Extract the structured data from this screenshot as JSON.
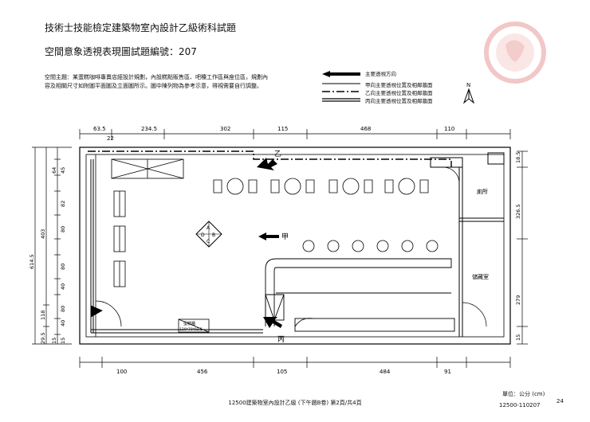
{
  "header": {
    "title": "技術士技能檢定建築物室內設計乙級術科試題",
    "subtitle": "空間意象透視表現圖試題編號：207"
  },
  "description": "空間主題：某蛋糕咖啡專賣店經設計規劃，內設糕點販售區、吧檯工作區與座位區，規劃內容及相關尺寸如附圖平面圖及立面圖所示。圖中陳列物為參考示意，得視需要自行調整。",
  "legend": {
    "items": [
      {
        "label": "主要透視方向"
      },
      {
        "label": "甲向主要透視位置及相鄰牆面"
      },
      {
        "label": "乙向主要透視位置及相鄰牆面"
      },
      {
        "label": "丙向主要透視位置及相鄰牆面"
      }
    ]
  },
  "north": {
    "label": "N"
  },
  "plan": {
    "top_dims": [
      "63.5",
      "234.5",
      "302",
      "115",
      "468",
      "110"
    ],
    "top_sub_dim": "22",
    "bottom_dims": [
      "100",
      "456",
      "105",
      "484",
      "91"
    ],
    "left_outer_dim": "614.5",
    "left_mid_dims": [
      "403",
      "29.5",
      "118"
    ],
    "left_inner_dims": [
      "64",
      "45",
      "82",
      "80",
      "80",
      "40",
      "80",
      "40",
      "15",
      "15"
    ],
    "right_dims": [
      "18.5",
      "326.5",
      "279",
      "15"
    ],
    "rooms": {
      "restroom": "廁所",
      "storage": "儲藏室"
    },
    "view_labels": {
      "jia": "甲",
      "yi": "乙",
      "bing": "丙"
    },
    "counter_label": "蛋糕櫃",
    "counter_size": "120*70*92.5",
    "column_letters": [
      "A",
      "B",
      "C",
      "D"
    ]
  },
  "footer": {
    "center": "12500建築物室內設計乙級 (下午題B卷) 第2頁/共4頁",
    "unit": "單位：公分 (cm)",
    "code": "12500-110207",
    "page_number": "24"
  }
}
